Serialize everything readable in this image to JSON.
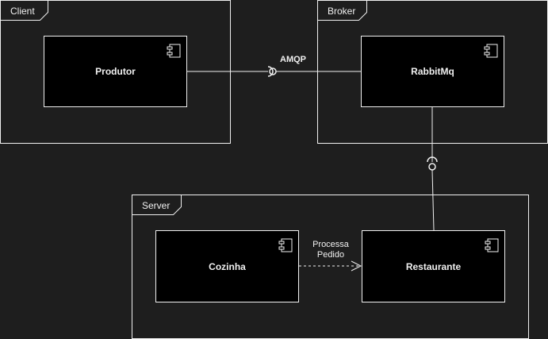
{
  "diagram": {
    "frames": {
      "client": {
        "label": "Client"
      },
      "broker": {
        "label": "Broker"
      },
      "server": {
        "label": "Server"
      }
    },
    "components": {
      "produtor": {
        "name": "Produtor"
      },
      "rabbitmq": {
        "name": "RabbitMq"
      },
      "cozinha": {
        "name": "Cozinha"
      },
      "restaurante": {
        "name": "Restaurante"
      }
    },
    "connections": {
      "amqp": {
        "label": "AMQP"
      },
      "processa_pedido": {
        "line1": "Processa",
        "line2": "Pedido"
      }
    }
  },
  "colors": {
    "background": "#1e1e1e",
    "stroke": "#f0f0f0",
    "component_fill": "#000000"
  }
}
